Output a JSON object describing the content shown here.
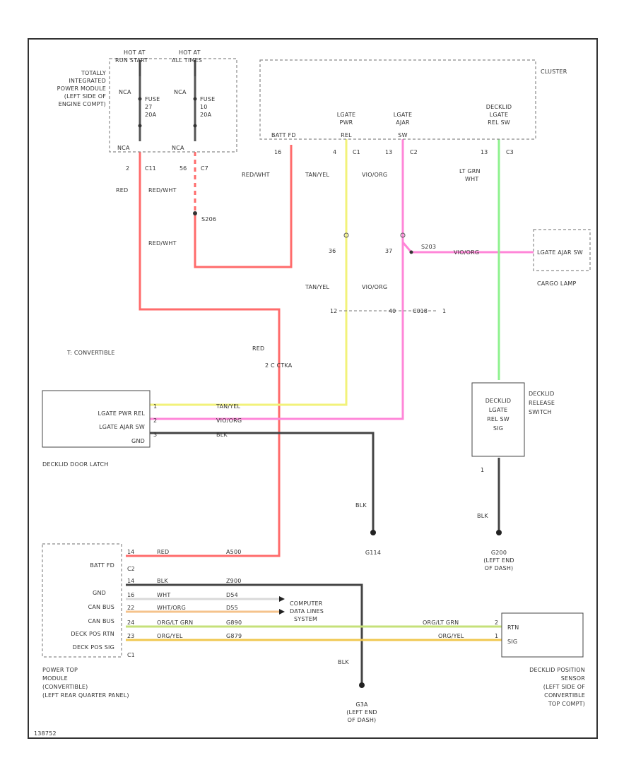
{
  "footer_code": "138752",
  "colors": {
    "red": "#ff6b6b",
    "yellow": "#f2f27a",
    "pink": "#ff86d8",
    "green": "#8ef28e",
    "black": "#444444",
    "white": "#d9d9d9",
    "orange": "#f5c38c",
    "olive": "#c6e07a",
    "tan_yellow": "#f0c850"
  },
  "tipm": {
    "hot_at_1": "HOT AT",
    "hot_at_1b": "RUN START",
    "hot_at_2": "HOT AT",
    "hot_at_2b": "ALL TIMES",
    "label": [
      "TOTALLY",
      "INTEGRATED",
      "POWER MODULE",
      "(LEFT SIDE OF",
      "ENGINE COMPT)"
    ],
    "nca": "NCA",
    "fuse1": [
      "FUSE",
      "27",
      "20A"
    ],
    "fuse2": [
      "FUSE",
      "10",
      "20A"
    ],
    "pin_2": "2",
    "c11": "C11",
    "pin_56": "56",
    "c7": "C7"
  },
  "cluster": {
    "label": "CLUSTER",
    "batt_pin": "BATT FD",
    "pin_16": "16",
    "lgate_pwr": [
      "LGATE",
      "PWR",
      "REL"
    ],
    "pin_4": "4",
    "c1": "C1",
    "lgate_ajar": [
      "LGATE",
      "AJAR",
      "SW"
    ],
    "pin_13": "13",
    "c2": "C2",
    "decklid": [
      "DECKLID",
      "LGATE",
      "REL SW"
    ],
    "pin_13b": "13",
    "c3": "C3"
  },
  "wires": {
    "red": "RED",
    "red_wht": "RED/WHT",
    "tan_yel": "TAN/YEL",
    "vio_org": "VIO/ORG",
    "lt_grn_wht": [
      "LT GRN",
      "WHT"
    ],
    "s206": "S206",
    "blk": "BLK",
    "c_cta": "2 C CTKA",
    "orglt_grn": "ORG/LT GRN",
    "org_yel": "ORG/YEL",
    "wht": "WHT",
    "wht_org": "WHT/ORG",
    "x_red": "A500",
    "x_blk": "Z900",
    "x_wht": "D54",
    "x_whtorg": "D55",
    "x_grn": "G890",
    "x_yel": "G879"
  },
  "connectors": {
    "p36": "36",
    "p37": "37",
    "p12": "12",
    "p40": "40",
    "c018": "C018",
    "p1": "1",
    "s203": "S203",
    "vio_org2": "VIO/ORG"
  },
  "cargo_lamp": {
    "label": "CARGO LAMP",
    "pin": "LGATE AJAR SW"
  },
  "convertible_note": "T: CONVERTIBLE",
  "decklid_latch": {
    "label": "DECKLID DOOR LATCH",
    "pins": [
      "LGATE PWR REL",
      "LGATE AJAR SW",
      "GND"
    ],
    "pin_nums": [
      "1",
      "2",
      "3"
    ]
  },
  "release_switch": {
    "label": [
      "DECKLID",
      "RELEASE",
      "SWITCH"
    ],
    "inside": [
      "DECKLID",
      "LGATE",
      "REL SW",
      "SIG"
    ],
    "pin": "1"
  },
  "grounds": {
    "g1": "G114",
    "g2": [
      "G200",
      "(LEFT END",
      "OF DASH)"
    ],
    "g3": [
      "G3A",
      "(LEFT END",
      "OF DASH)"
    ]
  },
  "power_top": {
    "label": [
      "POWER TOP",
      "MODULE",
      "(CONVERTIBLE)",
      "(LEFT REAR QUARTER PANEL)"
    ],
    "pins": [
      "BATT FD",
      "GND",
      "CAN BUS",
      "CAN BUS",
      "DECK POS RTN",
      "DECK POS SIG"
    ],
    "pin_nums": [
      "14",
      "14",
      "16",
      "22",
      "24",
      "23"
    ],
    "c2": "C2",
    "c1": "C1"
  },
  "computer_note": [
    "COMPUTER",
    "DATA LINES",
    "SYSTEM"
  ],
  "position_sensor": {
    "label": [
      "DECKLID POSITION",
      "SENSOR",
      "(LEFT SIDE OF",
      "CONVERTIBLE",
      "TOP COMPT)"
    ],
    "pins": [
      "RTN",
      "SIG"
    ],
    "pin_nums": [
      "2",
      "1"
    ]
  }
}
